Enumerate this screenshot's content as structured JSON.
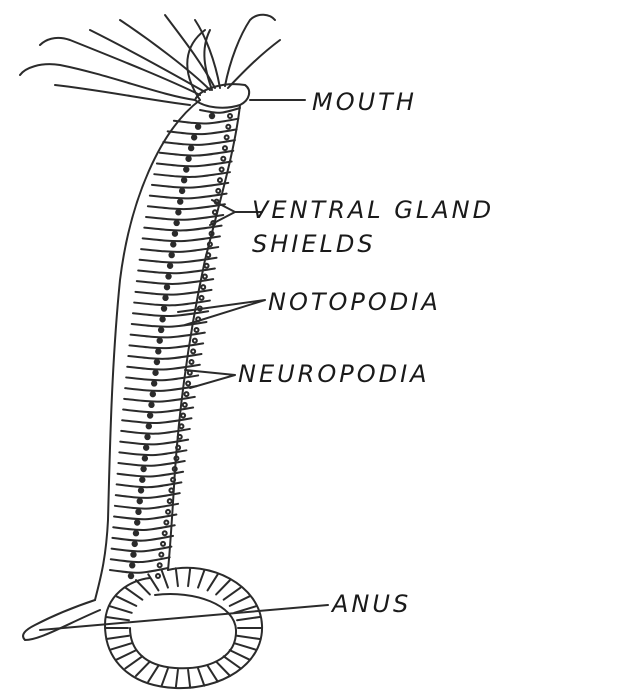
{
  "diagram": {
    "subject": "polychaete worm",
    "labels": {
      "mouth": "MOUTH",
      "ventral_gland_shields_line1": "VENTRAL GLAND",
      "ventral_gland_shields_line2": "SHIELDS",
      "notopodia": "NOTOPODIA",
      "neuropodia": "NEUROPODIA",
      "anus": "ANUS"
    }
  }
}
